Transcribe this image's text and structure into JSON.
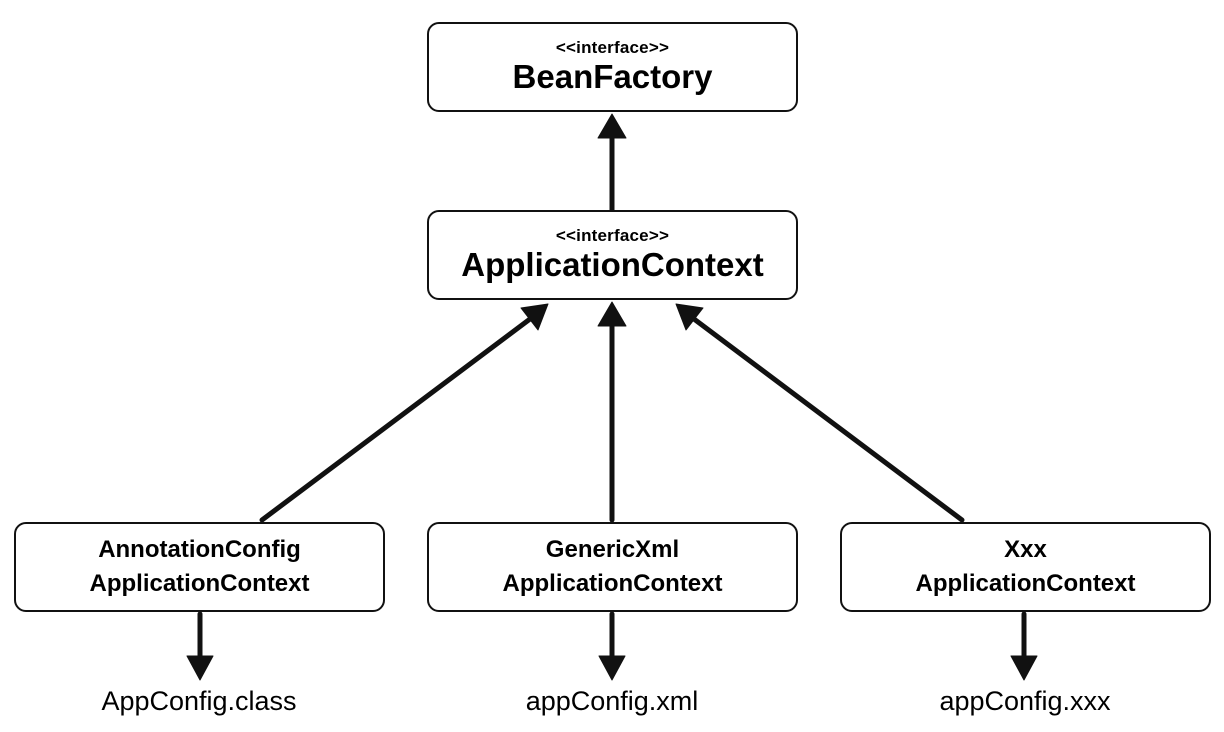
{
  "nodes": {
    "bean_factory": {
      "stereotype": "<<interface>>",
      "name": "BeanFactory"
    },
    "application_context": {
      "stereotype": "<<interface>>",
      "name": "ApplicationContext"
    },
    "annotation_config": {
      "line1": "AnnotationConfig",
      "line2": "ApplicationContext"
    },
    "generic_xml": {
      "line1": "GenericXml",
      "line2": "ApplicationContext"
    },
    "xxx": {
      "line1": "Xxx",
      "line2": "ApplicationContext"
    }
  },
  "configs": {
    "annotation": "AppConfig.class",
    "xml": "appConfig.xml",
    "xxx": "appConfig.xxx"
  },
  "colors": {
    "stroke": "#111111",
    "background": "#ffffff"
  }
}
